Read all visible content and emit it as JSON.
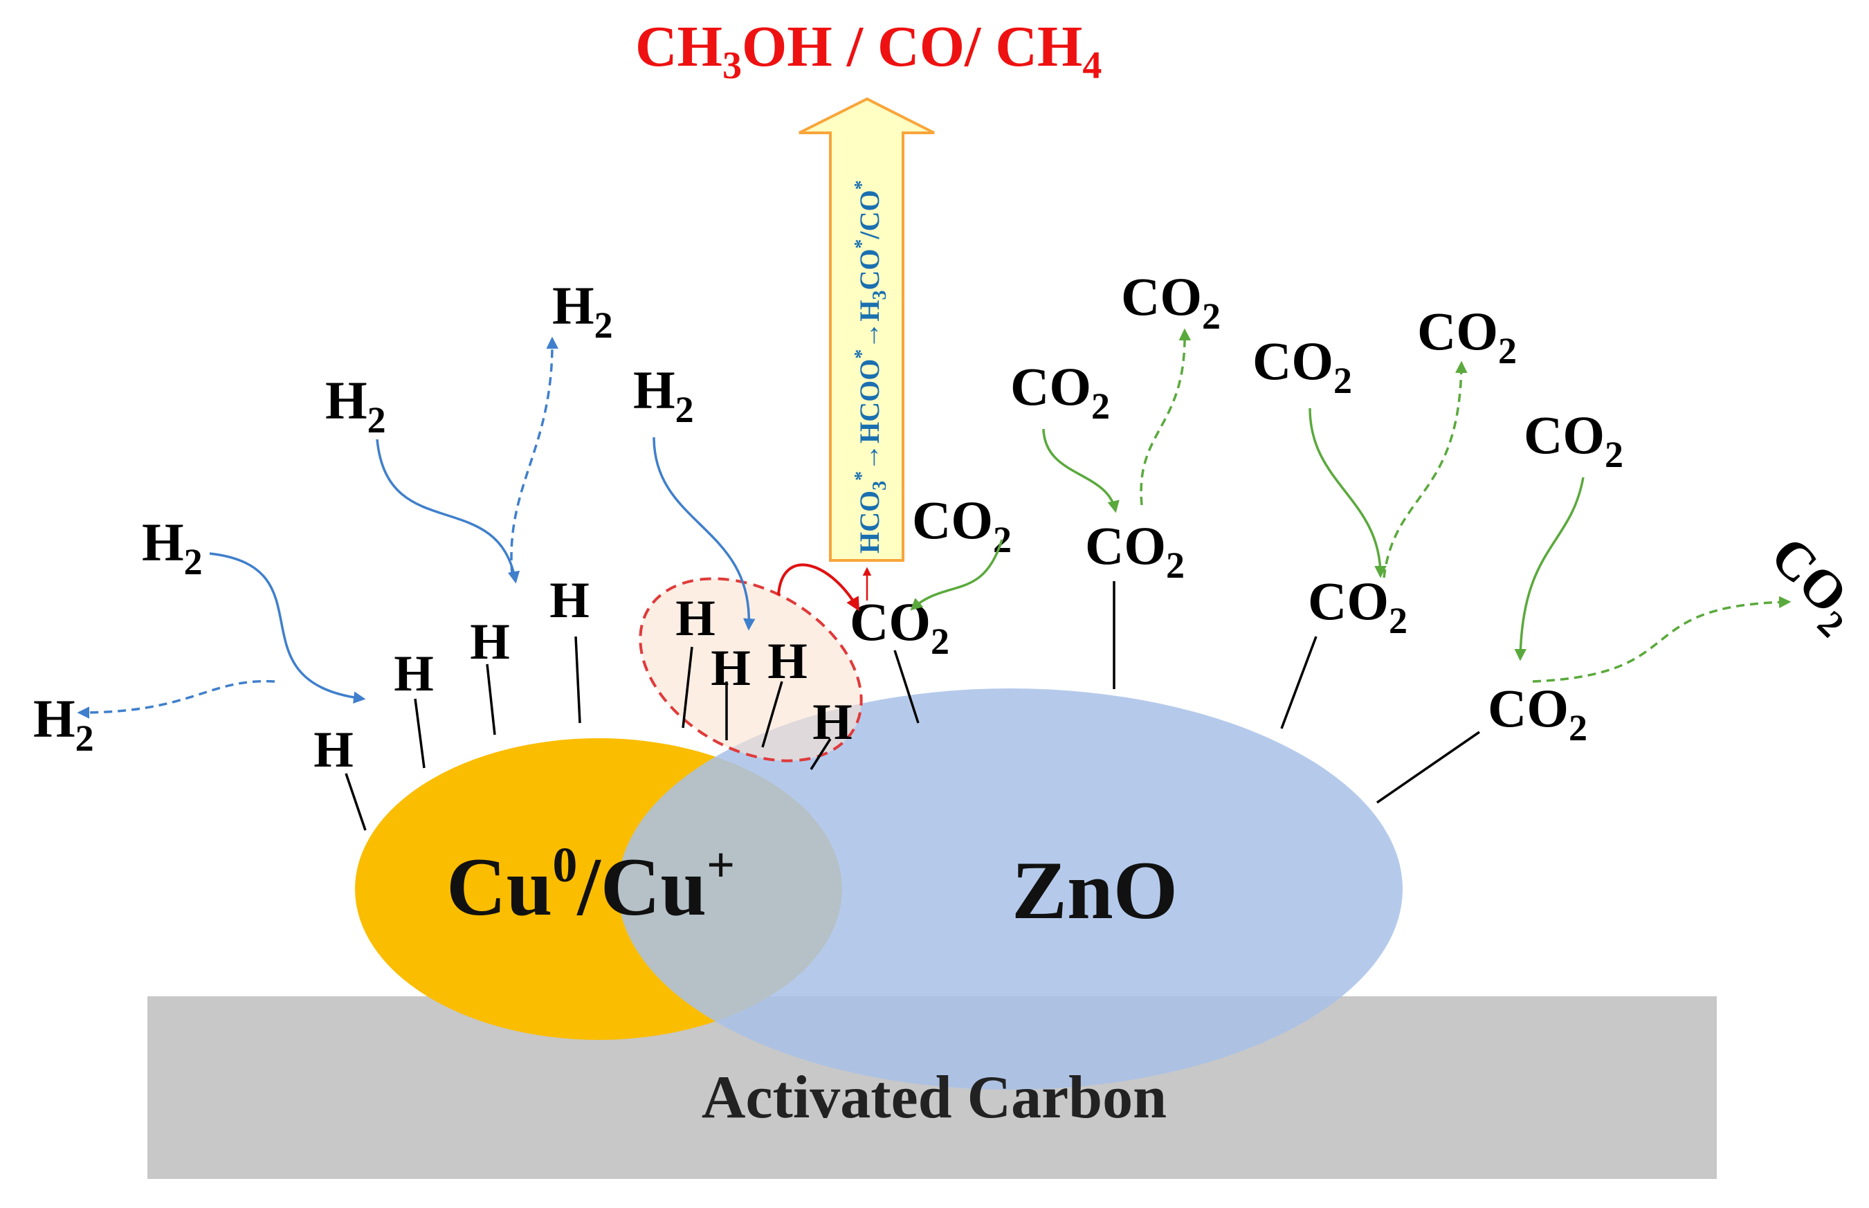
{
  "product": {
    "ch3oh": {
      "a": "CH",
      "sub": "3",
      "b": "OH"
    },
    "sep1": " / ",
    "co": "CO",
    "sep2": "/ ",
    "ch4": {
      "a": "CH",
      "sub": "4"
    }
  },
  "pathway": {
    "s1a": "HCO",
    "s1sub": "3",
    "s1sup": "*",
    "arrow": "→",
    "s2a": "HCOO",
    "s2sup": "*",
    "s3a": "H",
    "s3sub": "3",
    "s3b": "CO",
    "s3sup": "*",
    "slash": "/",
    "s4a": "CO",
    "s4sup": "*"
  },
  "labels": {
    "h2": "H",
    "h2_sub": "2",
    "h": "H",
    "co2": "CO",
    "co2_sub": "2"
  },
  "cu": {
    "a": "Cu",
    "sup0": "0",
    "slash": "/Cu",
    "supplus": "+"
  },
  "zno": "ZnO",
  "support": "Activated Carbon",
  "colors": {
    "cu": "#fbbd00",
    "zno": "#a9c1e8",
    "support": "#c8c8c8",
    "h2_arrow": "#3f7fcc",
    "co2_arrow": "#5aa93c",
    "product": "#ee1111",
    "pathway_text": "#1a6fb0",
    "big_arrow_fill": "#ffffc4",
    "big_arrow_stroke": "#f7a53a"
  }
}
